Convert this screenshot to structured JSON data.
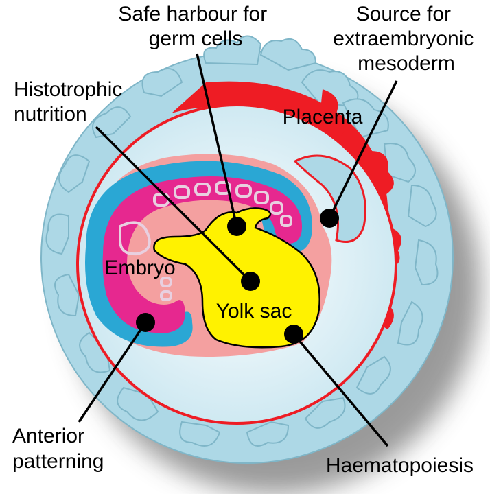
{
  "colors": {
    "trophoblast": "#add8e6",
    "placenta_red": "#ee1c24",
    "membrane_pink": "#f4a0a0",
    "amnion_blue": "#2aa7d4",
    "embryo_magenta": "#e6288f",
    "somite_outline": "#e8d0e0",
    "yolk_sac": "#fff200",
    "leader": "#000000"
  },
  "labels": {
    "safe_harbour": [
      "Safe harbour for",
      "germ cells"
    ],
    "source_mesoderm": [
      "Source for",
      "extraembryonic",
      "mesoderm"
    ],
    "histotrophic": [
      "Histotrophic",
      "nutrition"
    ],
    "placenta": "Placenta",
    "embryo": "Embryo",
    "yolk_sac": "Yolk sac",
    "anterior": [
      "Anterior",
      "patterning"
    ],
    "haematopoiesis": "Haematopoiesis"
  }
}
